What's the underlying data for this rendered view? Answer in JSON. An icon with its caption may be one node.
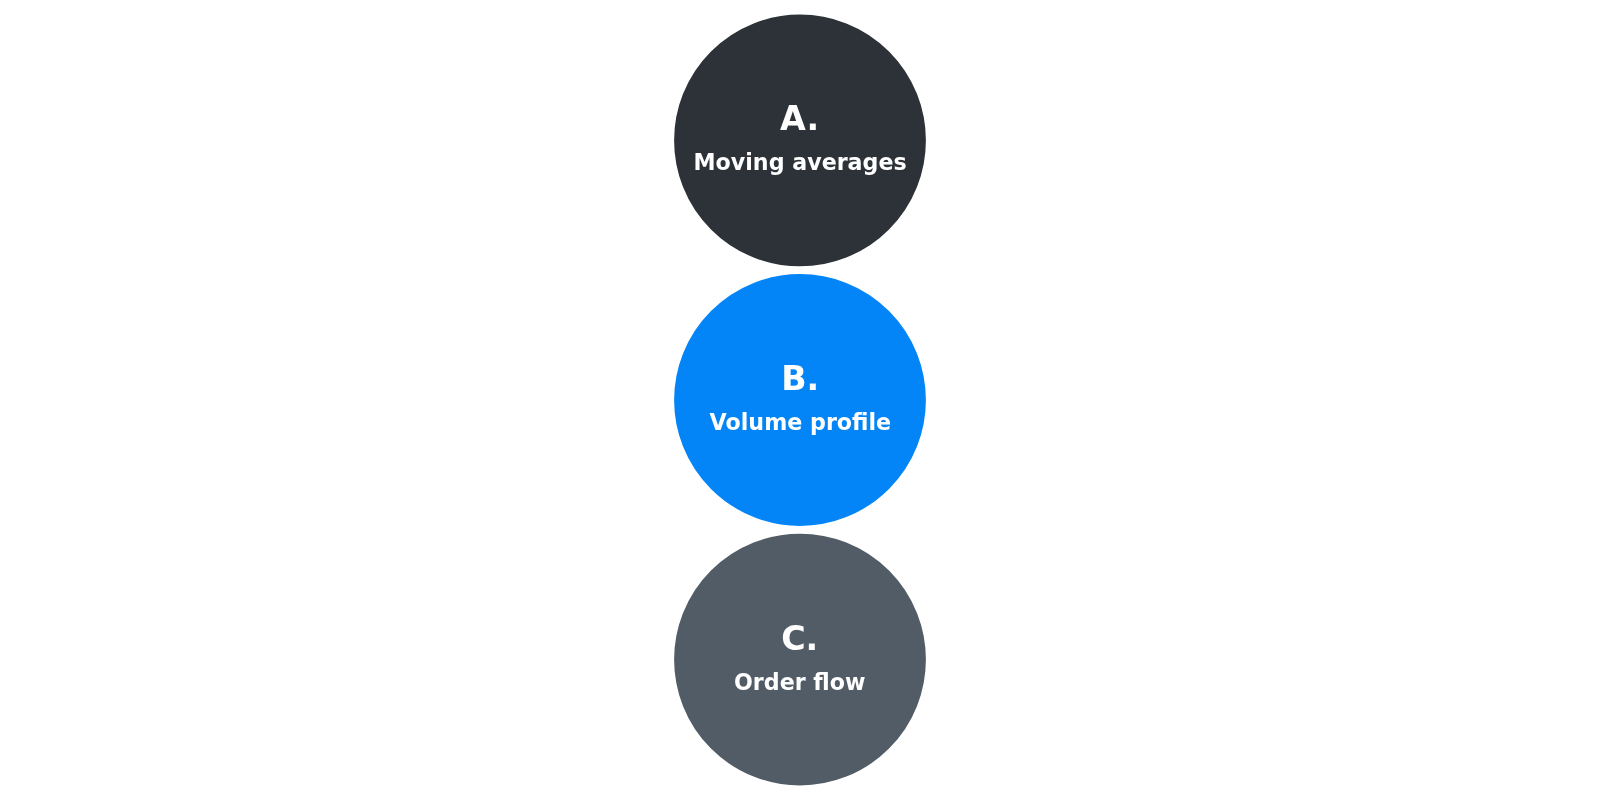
{
  "diagram": {
    "nodes": [
      {
        "text": [
          "A.",
          "Moving averages"
        ]
      },
      {
        "text": [
          "B.",
          "Volume profile"
        ]
      },
      {
        "text": [
          "C.",
          "Order flow"
        ]
      }
    ]
  }
}
